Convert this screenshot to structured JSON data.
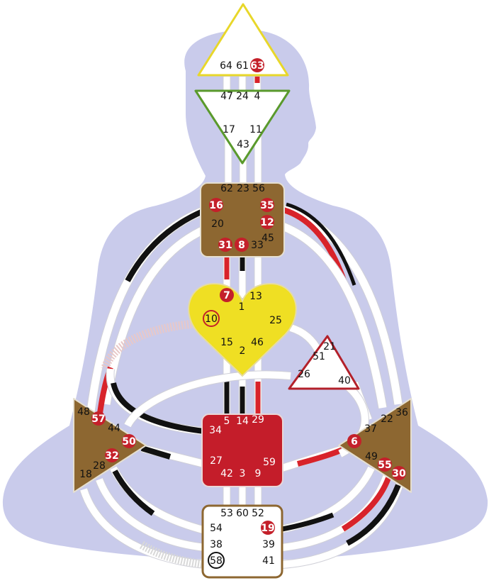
{
  "colors": {
    "silhouette": "#c9cbeb",
    "channel_white": "#ffffff",
    "channel_outline": "#d0d0d8",
    "personality": "#111111",
    "design": "#d8232a",
    "active_gate_fill": "#c4202a",
    "active_gate_text": "#ffffff",
    "gate_text": "#111111"
  },
  "centers": [
    {
      "id": "head",
      "fill": "#ffffff",
      "stroke": "#e8d72a",
      "gates": [
        {
          "num": "64",
          "active": false
        },
        {
          "num": "61",
          "active": false
        },
        {
          "num": "63",
          "active": true
        }
      ]
    },
    {
      "id": "ajna",
      "fill": "#ffffff",
      "stroke": "#5a9a2c",
      "gates": [
        {
          "num": "47",
          "active": false
        },
        {
          "num": "24",
          "active": false
        },
        {
          "num": "4",
          "active": false
        },
        {
          "num": "17",
          "active": false
        },
        {
          "num": "11",
          "active": false
        },
        {
          "num": "43",
          "active": false
        }
      ]
    },
    {
      "id": "throat",
      "fill": "#8d6731",
      "stroke": "#e5dfd0",
      "gates": [
        {
          "num": "62",
          "active": false
        },
        {
          "num": "23",
          "active": false
        },
        {
          "num": "56",
          "active": false
        },
        {
          "num": "16",
          "active": true
        },
        {
          "num": "35",
          "active": true
        },
        {
          "num": "20",
          "active": false
        },
        {
          "num": "12",
          "active": true
        },
        {
          "num": "45",
          "active": false
        },
        {
          "num": "31",
          "active": true
        },
        {
          "num": "8",
          "active": true
        },
        {
          "num": "33",
          "active": false
        }
      ]
    },
    {
      "id": "g",
      "fill": "#efdf23",
      "stroke": "#e6dca0",
      "gates": [
        {
          "num": "7",
          "active": true
        },
        {
          "num": "1",
          "active": false
        },
        {
          "num": "13",
          "active": false
        },
        {
          "num": "10",
          "active": false,
          "ring": "#c4202a"
        },
        {
          "num": "25",
          "active": false
        },
        {
          "num": "15",
          "active": false
        },
        {
          "num": "46",
          "active": false
        },
        {
          "num": "2",
          "active": false
        }
      ]
    },
    {
      "id": "heart",
      "fill": "#ffffff",
      "stroke": "#b3202a",
      "gates": [
        {
          "num": "21",
          "active": false
        },
        {
          "num": "51",
          "active": false
        },
        {
          "num": "26",
          "active": false
        },
        {
          "num": "40",
          "active": false
        }
      ]
    },
    {
      "id": "spleen",
      "fill": "#8d6731",
      "stroke": "#e5dfd0",
      "gates": [
        {
          "num": "48",
          "active": false
        },
        {
          "num": "57",
          "active": true
        },
        {
          "num": "44",
          "active": false
        },
        {
          "num": "50",
          "active": true
        },
        {
          "num": "32",
          "active": true
        },
        {
          "num": "28",
          "active": false
        },
        {
          "num": "18",
          "active": false
        }
      ]
    },
    {
      "id": "sacral",
      "fill": "#c41d2a",
      "stroke": "#ead6d6",
      "gates": [
        {
          "num": "5",
          "active": false
        },
        {
          "num": "14",
          "active": false
        },
        {
          "num": "29",
          "active": false
        },
        {
          "num": "34",
          "active": false
        },
        {
          "num": "27",
          "active": false
        },
        {
          "num": "59",
          "active": false
        },
        {
          "num": "42",
          "active": false
        },
        {
          "num": "3",
          "active": false
        },
        {
          "num": "9",
          "active": false
        }
      ]
    },
    {
      "id": "solar-plexus",
      "fill": "#8d6731",
      "stroke": "#e5dfd0",
      "gates": [
        {
          "num": "22",
          "active": false
        },
        {
          "num": "36",
          "active": false
        },
        {
          "num": "37",
          "active": false
        },
        {
          "num": "6",
          "active": true
        },
        {
          "num": "49",
          "active": false
        },
        {
          "num": "55",
          "active": true
        },
        {
          "num": "30",
          "active": true
        }
      ]
    },
    {
      "id": "root",
      "fill": "#ffffff",
      "stroke": "#8d6731",
      "gates": [
        {
          "num": "53",
          "active": false
        },
        {
          "num": "60",
          "active": false
        },
        {
          "num": "52",
          "active": false
        },
        {
          "num": "54",
          "active": false
        },
        {
          "num": "19",
          "active": true
        },
        {
          "num": "38",
          "active": false
        },
        {
          "num": "39",
          "active": false
        },
        {
          "num": "58",
          "active": false,
          "ring": "#111111"
        },
        {
          "num": "41",
          "active": false
        }
      ]
    }
  ]
}
